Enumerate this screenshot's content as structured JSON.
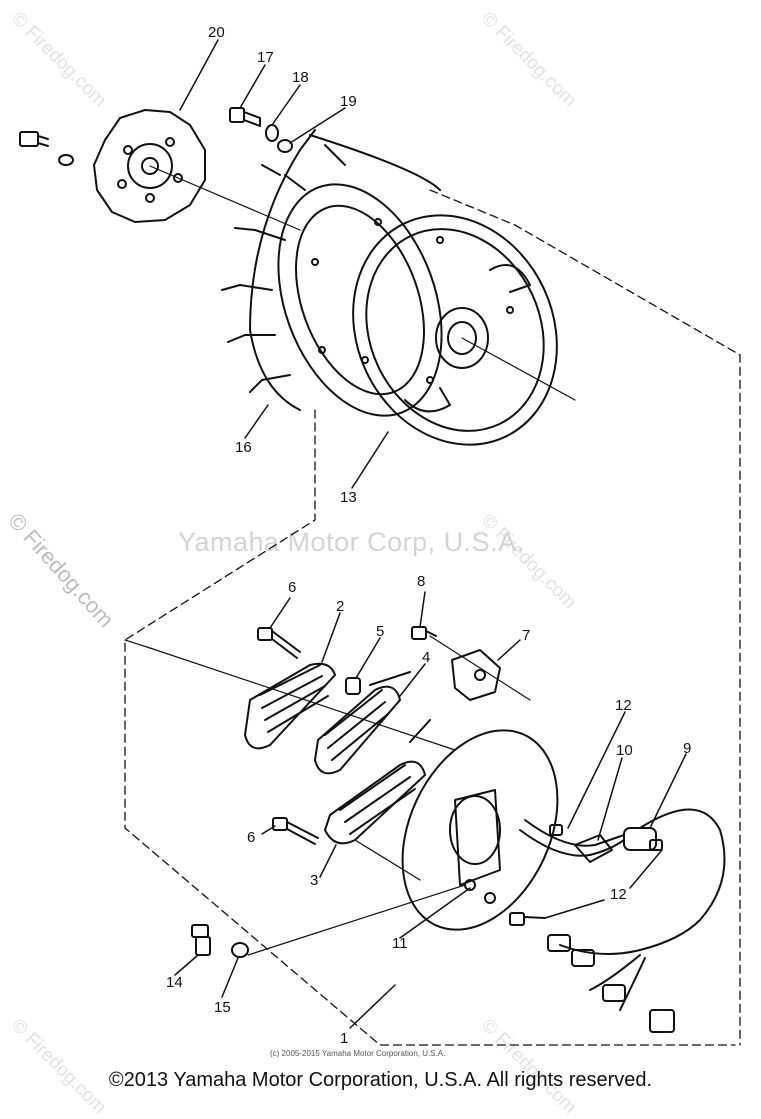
{
  "callouts": {
    "c1": "1",
    "c2": "2",
    "c3": "3",
    "c4": "4",
    "c5": "5",
    "c6a": "6",
    "c6b": "6",
    "c7": "7",
    "c8": "8",
    "c9": "9",
    "c10": "10",
    "c11": "11",
    "c12a": "12",
    "c12b": "12",
    "c13": "13",
    "c14": "14",
    "c15": "15",
    "c16": "16",
    "c17": "17",
    "c18": "18",
    "c19": "19",
    "c20": "20"
  },
  "watermarks": {
    "center": "Yamaha Motor Corp, U.S.A.",
    "side": "© Firedog.com",
    "corner": "© Firedog.com"
  },
  "small_copyright": "(c) 2005-2015 Yamaha Motor Corporation, U.S.A.",
  "footer": "©2013 Yamaha Motor Corporation, U.S.A. All rights reserved."
}
